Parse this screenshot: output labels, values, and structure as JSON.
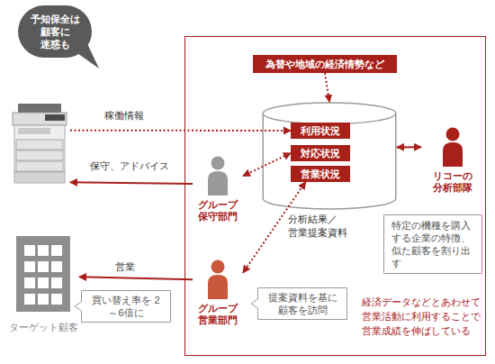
{
  "diagram": {
    "nodes": [
      {
        "text": [
          "予知保全は 顧客に 迷惑も"
        ]
      },
      {
        "text": []
      },
      {
        "text": [
          "為替や地域の経済情勢など"
        ],
        "in": 1
      },
      {
        "text": [],
        "in": 1
      },
      {
        "text": [
          "利用状況"
        ],
        "in": 3
      },
      {
        "text": [
          "対応状況"
        ],
        "in": 3
      },
      {
        "text": [
          "営業状況"
        ],
        "in": 3
      },
      {
        "text": [
          "リコーの 分析部隊"
        ],
        "in": 1
      },
      {
        "text": []
      },
      {
        "text": [
          "グループ 保守部門"
        ],
        "in": 1
      },
      {
        "text": [
          "特定の機種を購入する企業の特徴、似た顧客を割り出す"
        ],
        "in": 1
      },
      {
        "text": [
          "ターゲット顧客"
        ]
      },
      {
        "text": [
          "買い替え率を 2～6倍に"
        ]
      },
      {
        "text": [
          "グループ 営業部門"
        ],
        "in": 1
      },
      {
        "text": [
          "提案資料を基に 顧客を訪問"
        ],
        "in": 1
      }
    ],
    "edges": [
      {
        "from": 2,
        "to": 3,
        "arrow": "to"
      },
      {
        "from": 3,
        "to": 7,
        "arrow": "both"
      },
      {
        "from": 8,
        "to": 4,
        "label": "稼働情報",
        "arrow": "to"
      },
      {
        "from": 9,
        "to": 8,
        "label": "保守、アドバイス",
        "arrow": "to"
      },
      {
        "from": 9,
        "to": 5,
        "arrow": "both"
      },
      {
        "from": 6,
        "to": 13,
        "label": "分析結果／ 営業提案資料",
        "arrow": "both"
      },
      {
        "from": 13,
        "to": 11,
        "label": "営業",
        "arrow": "to"
      }
    ],
    "labels": [
      "経済データなどとあわせて 営業活動に利用することで 営業成績を伸ばしている"
    ]
  }
}
